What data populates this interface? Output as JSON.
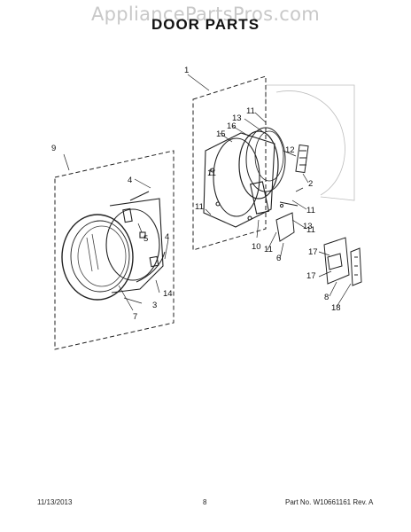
{
  "watermark": "AppliancePartsPros.com",
  "title": "DOOR PARTS",
  "callouts": {
    "c1": "1",
    "c2": "2",
    "c3": "3",
    "c4a": "4",
    "c4b": "4",
    "c5": "5",
    "c6": "6",
    "c7": "7",
    "c8": "8",
    "c9": "9",
    "c10": "10",
    "c11a": "11",
    "c11b": "11",
    "c11c": "11",
    "c11d": "11",
    "c11e": "11",
    "c11f": "11",
    "c12": "12",
    "c13a": "13",
    "c13b": "13",
    "c14": "14",
    "c15": "15",
    "c16": "16",
    "c17a": "17",
    "c17b": "17",
    "c18": "18"
  },
  "footer": {
    "date": "11/13/2013",
    "page": "8",
    "part": "Part No. W10661161  Rev. A"
  }
}
